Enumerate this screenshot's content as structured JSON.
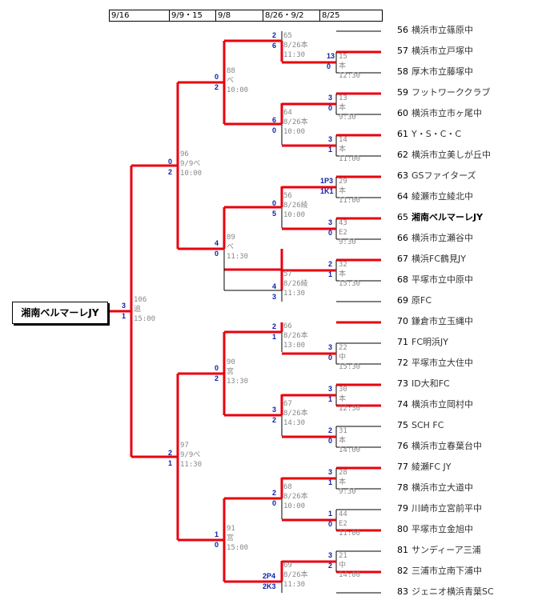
{
  "header": {
    "dates": [
      "9/16",
      "9/9・15",
      "9/8",
      "8/26・9/2",
      "8/25"
    ]
  },
  "champion": "湘南ベルマーレJY",
  "teams": [
    {
      "seed": "56",
      "name": "横浜市立篠原中"
    },
    {
      "seed": "57",
      "name": "横浜市立戸塚中"
    },
    {
      "seed": "58",
      "name": "厚木市立藤塚中"
    },
    {
      "seed": "59",
      "name": "フットワーククラブ"
    },
    {
      "seed": "60",
      "name": "横浜市立市ヶ尾中"
    },
    {
      "seed": "61",
      "name": "Y・S・C・C"
    },
    {
      "seed": "62",
      "name": "横浜市立美しが丘中"
    },
    {
      "seed": "63",
      "name": "GSファイターズ"
    },
    {
      "seed": "64",
      "name": "綾瀬市立綾北中"
    },
    {
      "seed": "65",
      "name": "湘南ベルマーレJY"
    },
    {
      "seed": "66",
      "name": "横浜市立瀬谷中"
    },
    {
      "seed": "67",
      "name": "横浜FC鶴見JY"
    },
    {
      "seed": "68",
      "name": "平塚市立中原中"
    },
    {
      "seed": "69",
      "name": "原FC"
    },
    {
      "seed": "70",
      "name": "鎌倉市立玉縄中"
    },
    {
      "seed": "71",
      "name": "FC明浜JY"
    },
    {
      "seed": "72",
      "name": "平塚市立大住中"
    },
    {
      "seed": "73",
      "name": "ID大和FC"
    },
    {
      "seed": "74",
      "name": "横浜市立岡村中"
    },
    {
      "seed": "75",
      "name": "SCH FC"
    },
    {
      "seed": "76",
      "name": "横浜市立春葉台中"
    },
    {
      "seed": "77",
      "name": "綾瀬FC JY"
    },
    {
      "seed": "78",
      "name": "横浜市立大道中"
    },
    {
      "seed": "79",
      "name": "川崎市立宮前平中"
    },
    {
      "seed": "80",
      "name": "平塚市立金旭中"
    },
    {
      "seed": "81",
      "name": "サンディーア三浦"
    },
    {
      "seed": "82",
      "name": "三浦市立南下浦中"
    },
    {
      "seed": "83",
      "name": "ジェニオ横浜青葉SC"
    }
  ],
  "matches": [
    {
      "no": "65",
      "date": "8/26本",
      "time": "11:30",
      "top": "2",
      "bottom": "6"
    },
    {
      "no": "15",
      "date": "本",
      "time": "12:30",
      "top": "13",
      "bottom": "0"
    },
    {
      "no": "13",
      "date": "本",
      "time": "9:30",
      "top": "3",
      "bottom": "0"
    },
    {
      "no": "64",
      "date": "8/26本",
      "time": "10:00",
      "top": "6",
      "bottom": "0"
    },
    {
      "no": "14",
      "date": "本",
      "time": "11:00",
      "top": "3",
      "bottom": "1"
    },
    {
      "no": "88",
      "date": "べ",
      "time": "10:00",
      "top": "0",
      "bottom": "2"
    },
    {
      "no": "29",
      "date": "本",
      "time": "11:00",
      "top": "1P3",
      "bottom": "1K1"
    },
    {
      "no": "56",
      "date": "8/26綾",
      "time": "10:00",
      "top": "0",
      "bottom": "5"
    },
    {
      "no": "43",
      "date": "E2",
      "time": "9:30",
      "top": "3",
      "bottom": "0"
    },
    {
      "no": "32",
      "date": "本",
      "time": "15:30",
      "top": "2",
      "bottom": "1"
    },
    {
      "no": "57",
      "date": "8/26綾",
      "time": "11:30",
      "top": "4",
      "bottom": "3"
    },
    {
      "no": "89",
      "date": "べ",
      "time": "11:30",
      "top": "4",
      "bottom": "0"
    },
    {
      "no": "96",
      "date": "9/9べ",
      "time": "10:00",
      "top": "0",
      "bottom": "2"
    },
    {
      "no": "66",
      "date": "8/26本",
      "time": "13:00",
      "top": "2",
      "bottom": "1"
    },
    {
      "no": "22",
      "date": "中",
      "time": "15:30",
      "top": "3",
      "bottom": "0"
    },
    {
      "no": "30",
      "date": "本",
      "time": "12:30",
      "top": "3",
      "bottom": "1"
    },
    {
      "no": "67",
      "date": "8/26本",
      "time": "14:30",
      "top": "3",
      "bottom": "2"
    },
    {
      "no": "31",
      "date": "本",
      "time": "14:00",
      "top": "2",
      "bottom": "0"
    },
    {
      "no": "90",
      "date": "宮",
      "time": "13:30",
      "top": "0",
      "bottom": "2"
    },
    {
      "no": "28",
      "date": "本",
      "time": "9:30",
      "top": "3",
      "bottom": "1"
    },
    {
      "no": "68",
      "date": "8/26本",
      "time": "10:00",
      "top": "2",
      "bottom": "0"
    },
    {
      "no": "44",
      "date": "E2",
      "time": "11:00",
      "top": "1",
      "bottom": "0"
    },
    {
      "no": "21",
      "date": "中",
      "time": "14:00",
      "top": "3",
      "bottom": "2"
    },
    {
      "no": "69",
      "date": "8/26本",
      "time": "11:30",
      "top": "2P4",
      "bottom": "2K3"
    },
    {
      "no": "91",
      "date": "宮",
      "time": "15:00",
      "top": "1",
      "bottom": "0"
    },
    {
      "no": "97",
      "date": "9/9べ",
      "time": "11:30",
      "top": "2",
      "bottom": "1"
    },
    {
      "no": "106",
      "date": "追",
      "time": "15:00",
      "top": "3",
      "bottom": "1"
    }
  ]
}
